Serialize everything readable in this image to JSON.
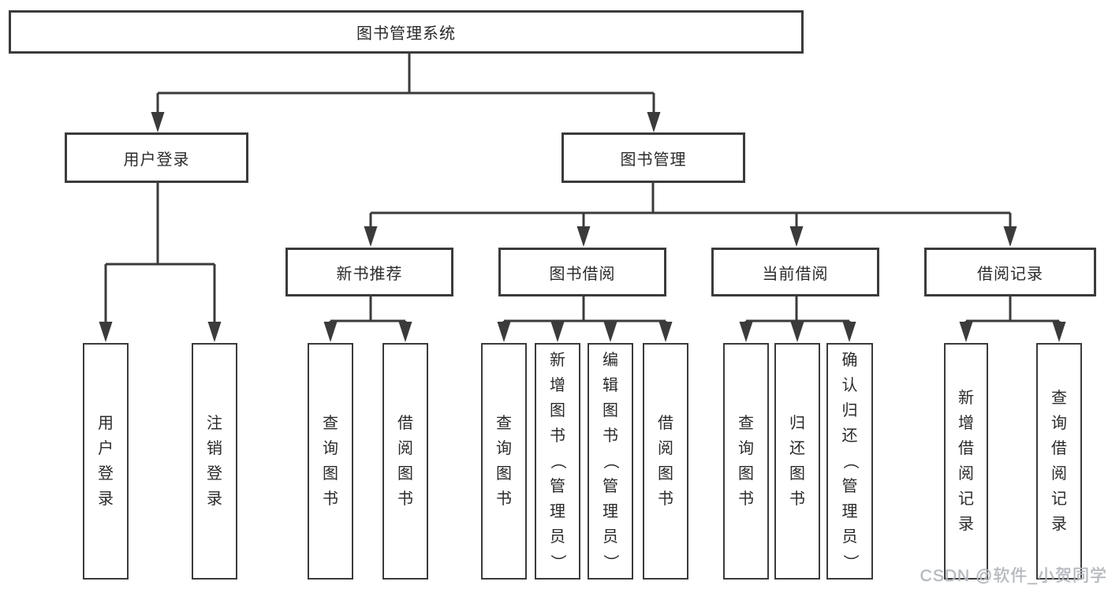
{
  "diagram": {
    "title": "图书管理系统",
    "root": {
      "label": "图书管理系统"
    },
    "level2": [
      {
        "label": "用户登录"
      },
      {
        "label": "图书管理"
      }
    ],
    "level3": [
      {
        "label": "新书推荐"
      },
      {
        "label": "图书借阅"
      },
      {
        "label": "当前借阅"
      },
      {
        "label": "借阅记录"
      }
    ],
    "leaves": [
      {
        "label": "用户登录"
      },
      {
        "label": "注销登录"
      },
      {
        "label": "查询图书"
      },
      {
        "label": "借阅图书"
      },
      {
        "label": "查询图书"
      },
      {
        "label": "新增图书（管理员）"
      },
      {
        "label": "编辑图书（管理员）"
      },
      {
        "label": "借阅图书"
      },
      {
        "label": "查询图书"
      },
      {
        "label": "归还图书"
      },
      {
        "label": "确认归还（管理员）"
      },
      {
        "label": "新增借阅记录"
      },
      {
        "label": "查询借阅记录"
      }
    ],
    "watermark": "CSDN @软件_小贺同学",
    "colors": {
      "line": "#3b3b3b",
      "box_border": "#3b3b3b",
      "text": "#2a2a2a",
      "watermark": "#b5b9be"
    }
  }
}
